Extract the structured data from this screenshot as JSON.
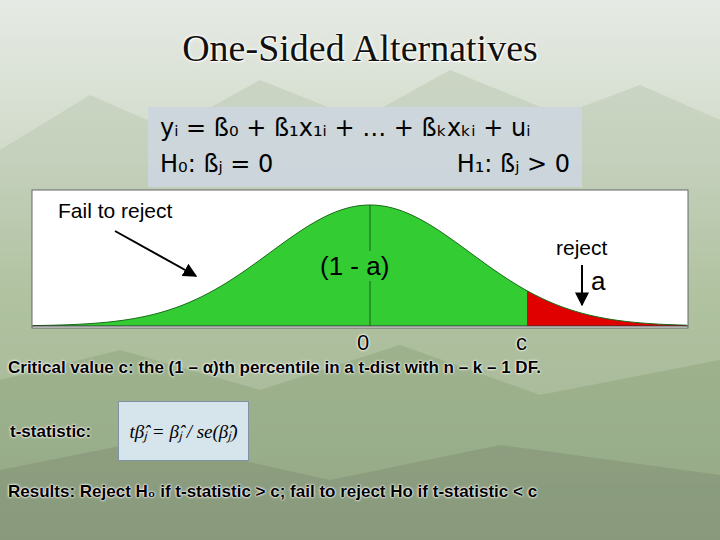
{
  "diagram": {
    "title": "One-Sided Alternatives",
    "nodes": [
      {
        "text": [
          "yᵢ = ß₀ + ß₁x₁ᵢ + … + ßₖxₖᵢ + uᵢ",
          "H₀: ßⱼ = 0",
          "H₁: ßⱼ > 0"
        ]
      },
      {
        "text": [
          "tβ̂ⱼ = β̂ⱼ / se(β̂ⱼ)"
        ]
      }
    ],
    "labels": [
      "Fail to reject",
      "reject",
      "(1 - a)",
      "a",
      "0",
      "c",
      "Critical value c: the (1 – α)th percentile in a t-dist with n – k – 1 DF.",
      "t-statistic:",
      "Results: Reject H₀ if t-statistic > c; fail to reject Ho if t-statistic < c"
    ]
  }
}
